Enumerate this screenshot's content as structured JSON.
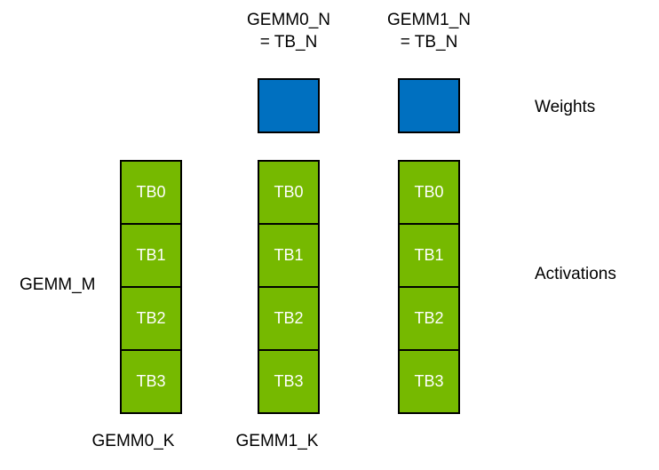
{
  "headers": [
    {
      "line1": "GEMM0_N",
      "line2": "= TB_N"
    },
    {
      "line1": "GEMM1_N",
      "line2": "= TB_N"
    }
  ],
  "columns": [
    {
      "blocks": [
        "TB0",
        "TB1",
        "TB2",
        "TB3"
      ]
    },
    {
      "blocks": [
        "TB0",
        "TB1",
        "TB2",
        "TB3"
      ]
    },
    {
      "blocks": [
        "TB0",
        "TB1",
        "TB2",
        "TB3"
      ]
    }
  ],
  "labels": {
    "left": "GEMM_M",
    "weights": "Weights",
    "activations": "Activations",
    "bottom": [
      "GEMM0_K",
      "GEMM1_K"
    ]
  },
  "colors": {
    "green": "#76b900",
    "blue": "#0070c0",
    "border": "#000000",
    "text_in_block": "#ffffff"
  }
}
